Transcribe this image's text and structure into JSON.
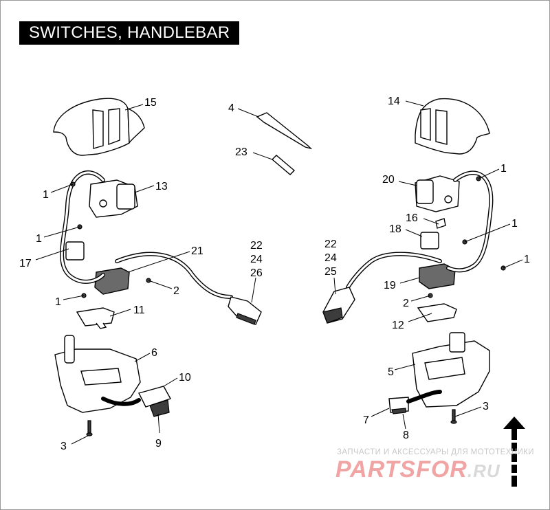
{
  "title": "SWITCHES, HANDLEBAR",
  "callouts": {
    "c15": "15",
    "c14": "14",
    "c4": "4",
    "c23": "23",
    "c13": "13",
    "c1a": "1",
    "c1b": "1",
    "c17": "17",
    "c21": "21",
    "c1c": "1",
    "c2a": "2",
    "c11": "11",
    "c22a": "22",
    "c24a": "24",
    "c26": "26",
    "c6": "6",
    "c10": "10",
    "c9": "9",
    "c3a": "3",
    "c1d": "1",
    "c20": "20",
    "c16": "16",
    "c1e": "1",
    "c18": "18",
    "c22b": "22",
    "c24b": "24",
    "c25": "25",
    "c1f": "1",
    "c19": "19",
    "c2b": "2",
    "c12": "12",
    "c5": "5",
    "c3b": "3",
    "c7": "7",
    "c8": "8"
  },
  "watermark": {
    "tagline": "ЗАПЧАСТИ И АКСЕССУАРЫ ДЛЯ МОТОТЕХНИКИ",
    "brand": "PARTSFOR",
    "domain": ".RU"
  }
}
